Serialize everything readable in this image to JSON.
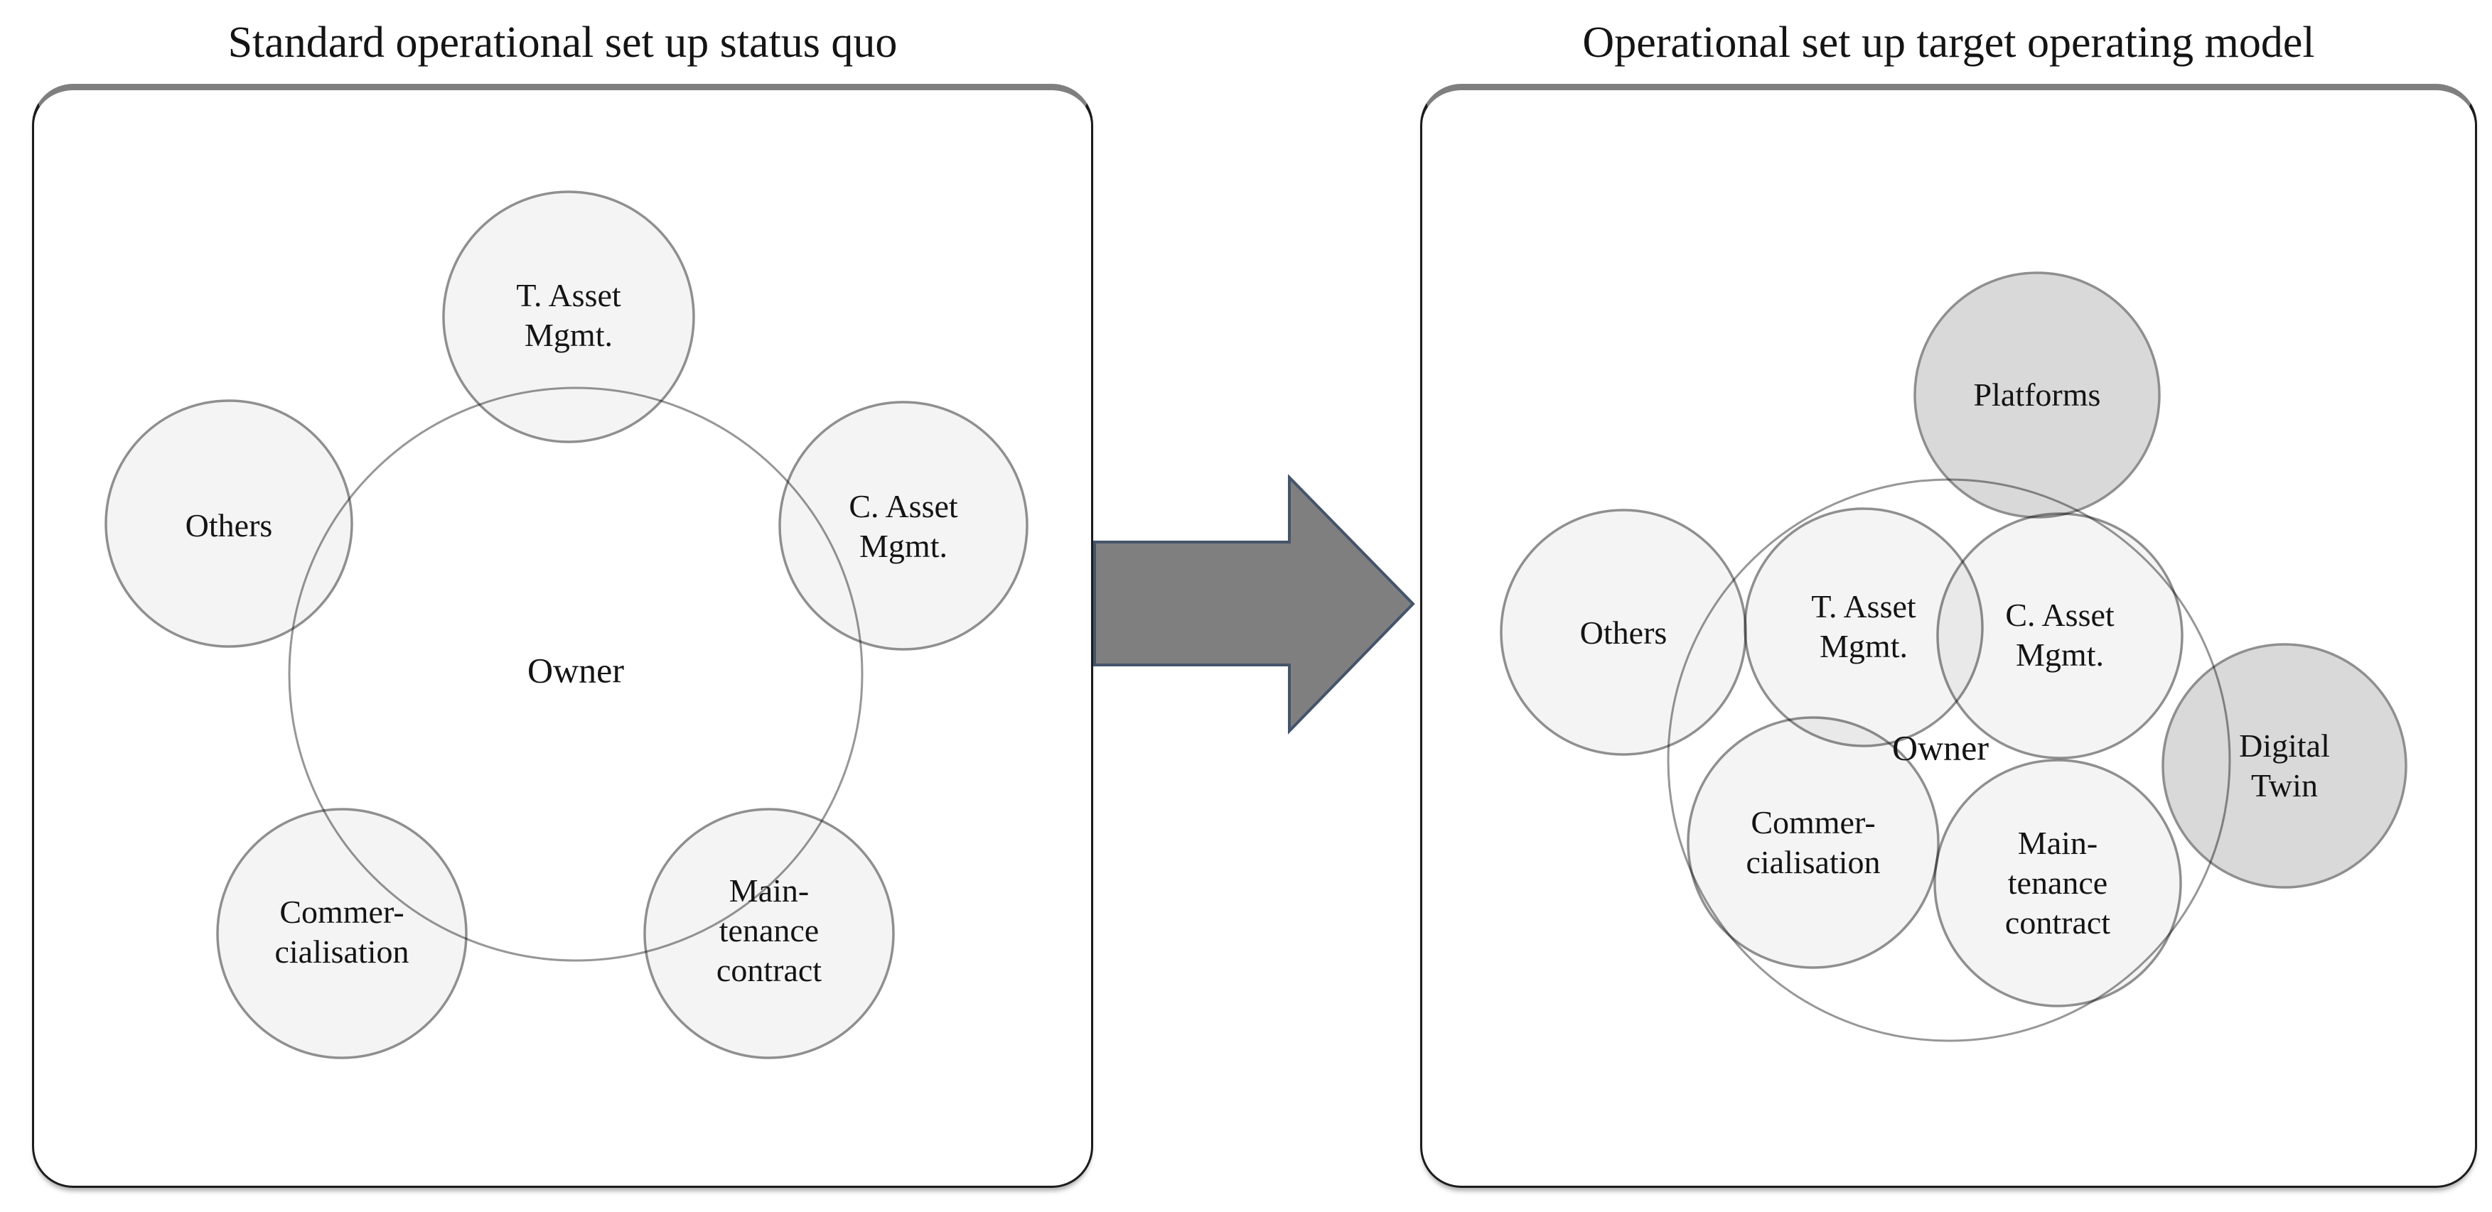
{
  "left_panel": {
    "title": "Standard operational set up status quo",
    "center_label": "Owner",
    "circles": [
      {
        "id": "t-asset-mgmt",
        "label": "T. Asset\nMgmt."
      },
      {
        "id": "others",
        "label": "Others"
      },
      {
        "id": "c-asset-mgmt",
        "label": "C. Asset\nMgmt."
      },
      {
        "id": "commercialisation",
        "label": "Commer-\ncialisation"
      },
      {
        "id": "maintenance-contract",
        "label": "Main-\ntenance\ncontract"
      }
    ]
  },
  "right_panel": {
    "title": "Operational set up target operating model",
    "center_label": "Owner",
    "circles": [
      {
        "id": "t-asset-mgmt",
        "label": "T. Asset\nMgmt."
      },
      {
        "id": "others",
        "label": "Others"
      },
      {
        "id": "c-asset-mgmt",
        "label": "C. Asset\nMgmt."
      },
      {
        "id": "commercialisation",
        "label": "Commer-\ncialisation"
      },
      {
        "id": "maintenance-contract",
        "label": "Main-\ntenance\ncontract"
      }
    ],
    "new_circles": [
      {
        "id": "platforms",
        "label": "Platforms"
      },
      {
        "id": "digital-twin",
        "label": "Digital\nTwin"
      }
    ]
  },
  "arrow": {
    "direction": "right"
  },
  "colors": {
    "circle_fill_light": "#f4f4f4",
    "circle_fill_dark": "#d9d9d9",
    "circle_stroke": "#8f8f8f",
    "ring_stroke": "#979797",
    "arrow_fill": "#7f7f7f",
    "arrow_outline": "#44546a",
    "panel_border": "#1c1c1c",
    "panel_top_edge": "#7f7f7f",
    "text": "#141414"
  }
}
